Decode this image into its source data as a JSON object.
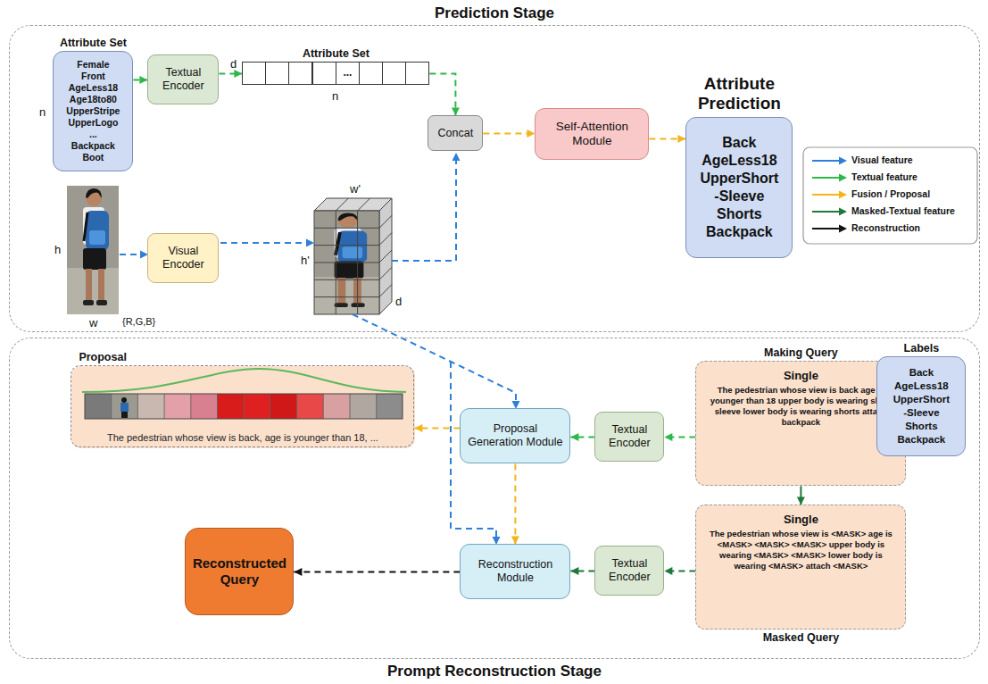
{
  "diagram": {
    "nodes": [
      {
        "text": [
          "Prediction Stage"
        ]
      },
      {
        "text": [
          "Attribute Set",
          "Female Front AgeLess18 Age18to80 UpperStripe UpperLogo ... Backpack Boot"
        ],
        "in": 0
      },
      {
        "text": [
          "Textual Encoder"
        ],
        "in": 0
      },
      {
        "text": [
          "Attribute Set",
          "..."
        ],
        "in": 0
      },
      {
        "text": [
          "Visual Encoder"
        ],
        "in": 0
      },
      {
        "text": [
          "Concat"
        ],
        "in": 0
      },
      {
        "text": [
          "Self-Attention Module"
        ],
        "in": 0
      },
      {
        "text": [
          "Attribute Prediction",
          "Back AgeLess18 UpperShort -Sleeve Shorts Backpack"
        ],
        "in": 0
      },
      {
        "text": [
          "Prompt Reconstruction Stage"
        ]
      },
      {
        "text": [
          "Proposal",
          "The pedestrian whose view is back, age is younger than 18, ..."
        ],
        "in": 8
      },
      {
        "text": [
          "Proposal Generation Module"
        ],
        "in": 8
      },
      {
        "text": [
          "Textual Encoder"
        ],
        "in": 8
      },
      {
        "text": [
          "Making Query",
          "Single",
          "The pedestrian whose view is back age is younger than 18 upper body is wearing short sleeve lower body is wearing shorts attach backpack"
        ],
        "in": 8
      },
      {
        "text": [
          "Labels",
          "Back AgeLess18 UpperShort -Sleeve Shorts Backpack"
        ],
        "in": 8
      },
      {
        "text": [
          "Single",
          "The pedestrian whose view is <MASK> age is <MASK> <MASK> <MASK> upper body is wearing <MASK> <MASK> lower body is wearing <MASK> attach <MASK>",
          "Masked Query"
        ],
        "in": 8
      },
      {
        "text": [
          "Textual Encoder"
        ],
        "in": 8
      },
      {
        "text": [
          "Reconstruction Module"
        ],
        "in": 8
      },
      {
        "text": [
          "Reconstructed Query"
        ],
        "in": 8
      }
    ],
    "edges": [
      {
        "from": 1,
        "to": 2,
        "arrow": "to"
      },
      {
        "from": 2,
        "to": 3,
        "arrow": "to"
      },
      {
        "from": 3,
        "to": 5,
        "arrow": "to"
      },
      {
        "from": 5,
        "to": 6,
        "arrow": "to"
      },
      {
        "from": 6,
        "to": 7,
        "arrow": "to"
      },
      {
        "from": 13,
        "to": 12,
        "arrow": "to"
      },
      {
        "from": 12,
        "to": 11,
        "arrow": "to"
      },
      {
        "from": 11,
        "to": 10,
        "arrow": "to"
      },
      {
        "from": 10,
        "to": 9,
        "arrow": "to"
      },
      {
        "from": 12,
        "to": 14,
        "arrow": "to"
      },
      {
        "from": 14,
        "to": 15,
        "arrow": "to"
      },
      {
        "from": 15,
        "to": 16,
        "arrow": "to"
      },
      {
        "from": 10,
        "to": 16,
        "arrow": "to"
      },
      {
        "from": 16,
        "to": 17,
        "arrow": "to"
      }
    ],
    "labels": [
      "n",
      "d",
      "n",
      "h",
      "w",
      "{R,G,B}",
      "h'",
      "w'",
      "d"
    ],
    "legend": [
      {
        "text": "Visual feature"
      },
      {
        "text": "Textual feature"
      },
      {
        "text": "Fusion / Proposal"
      },
      {
        "text": "Masked-Textual feature"
      },
      {
        "text": "Reconstruction"
      }
    ]
  }
}
